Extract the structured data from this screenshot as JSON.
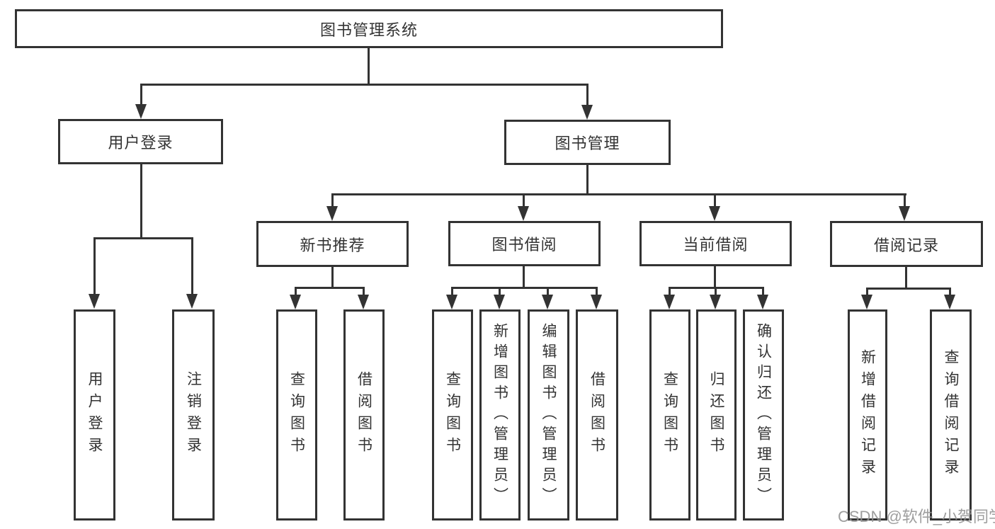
{
  "tree": {
    "root": {
      "label": "图书管理系统"
    },
    "children": [
      {
        "label": "用户登录",
        "children": [
          {
            "label": "用户登录"
          },
          {
            "label": "注销登录"
          }
        ]
      },
      {
        "label": "图书管理",
        "children": [
          {
            "label": "新书推荐",
            "children": [
              {
                "label": "查询图书"
              },
              {
                "label": "借阅图书"
              }
            ]
          },
          {
            "label": "图书借阅",
            "children": [
              {
                "label": "查询图书"
              },
              {
                "label": "新增图书（管理员）"
              },
              {
                "label": "编辑图书（管理员）"
              },
              {
                "label": "借阅图书"
              }
            ]
          },
          {
            "label": "当前借阅",
            "children": [
              {
                "label": "查询图书"
              },
              {
                "label": "归还图书"
              },
              {
                "label": "确认归还（管理员）"
              }
            ]
          },
          {
            "label": "借阅记录",
            "children": [
              {
                "label": "新增借阅记录"
              },
              {
                "label": "查询借阅记录"
              }
            ]
          }
        ]
      }
    ]
  },
  "watermark": {
    "text": "CSDN @软件_小贺同学"
  },
  "colors": {
    "line": "#333333",
    "text": "#333333",
    "watermark": "#949494",
    "background": "#ffffff"
  }
}
